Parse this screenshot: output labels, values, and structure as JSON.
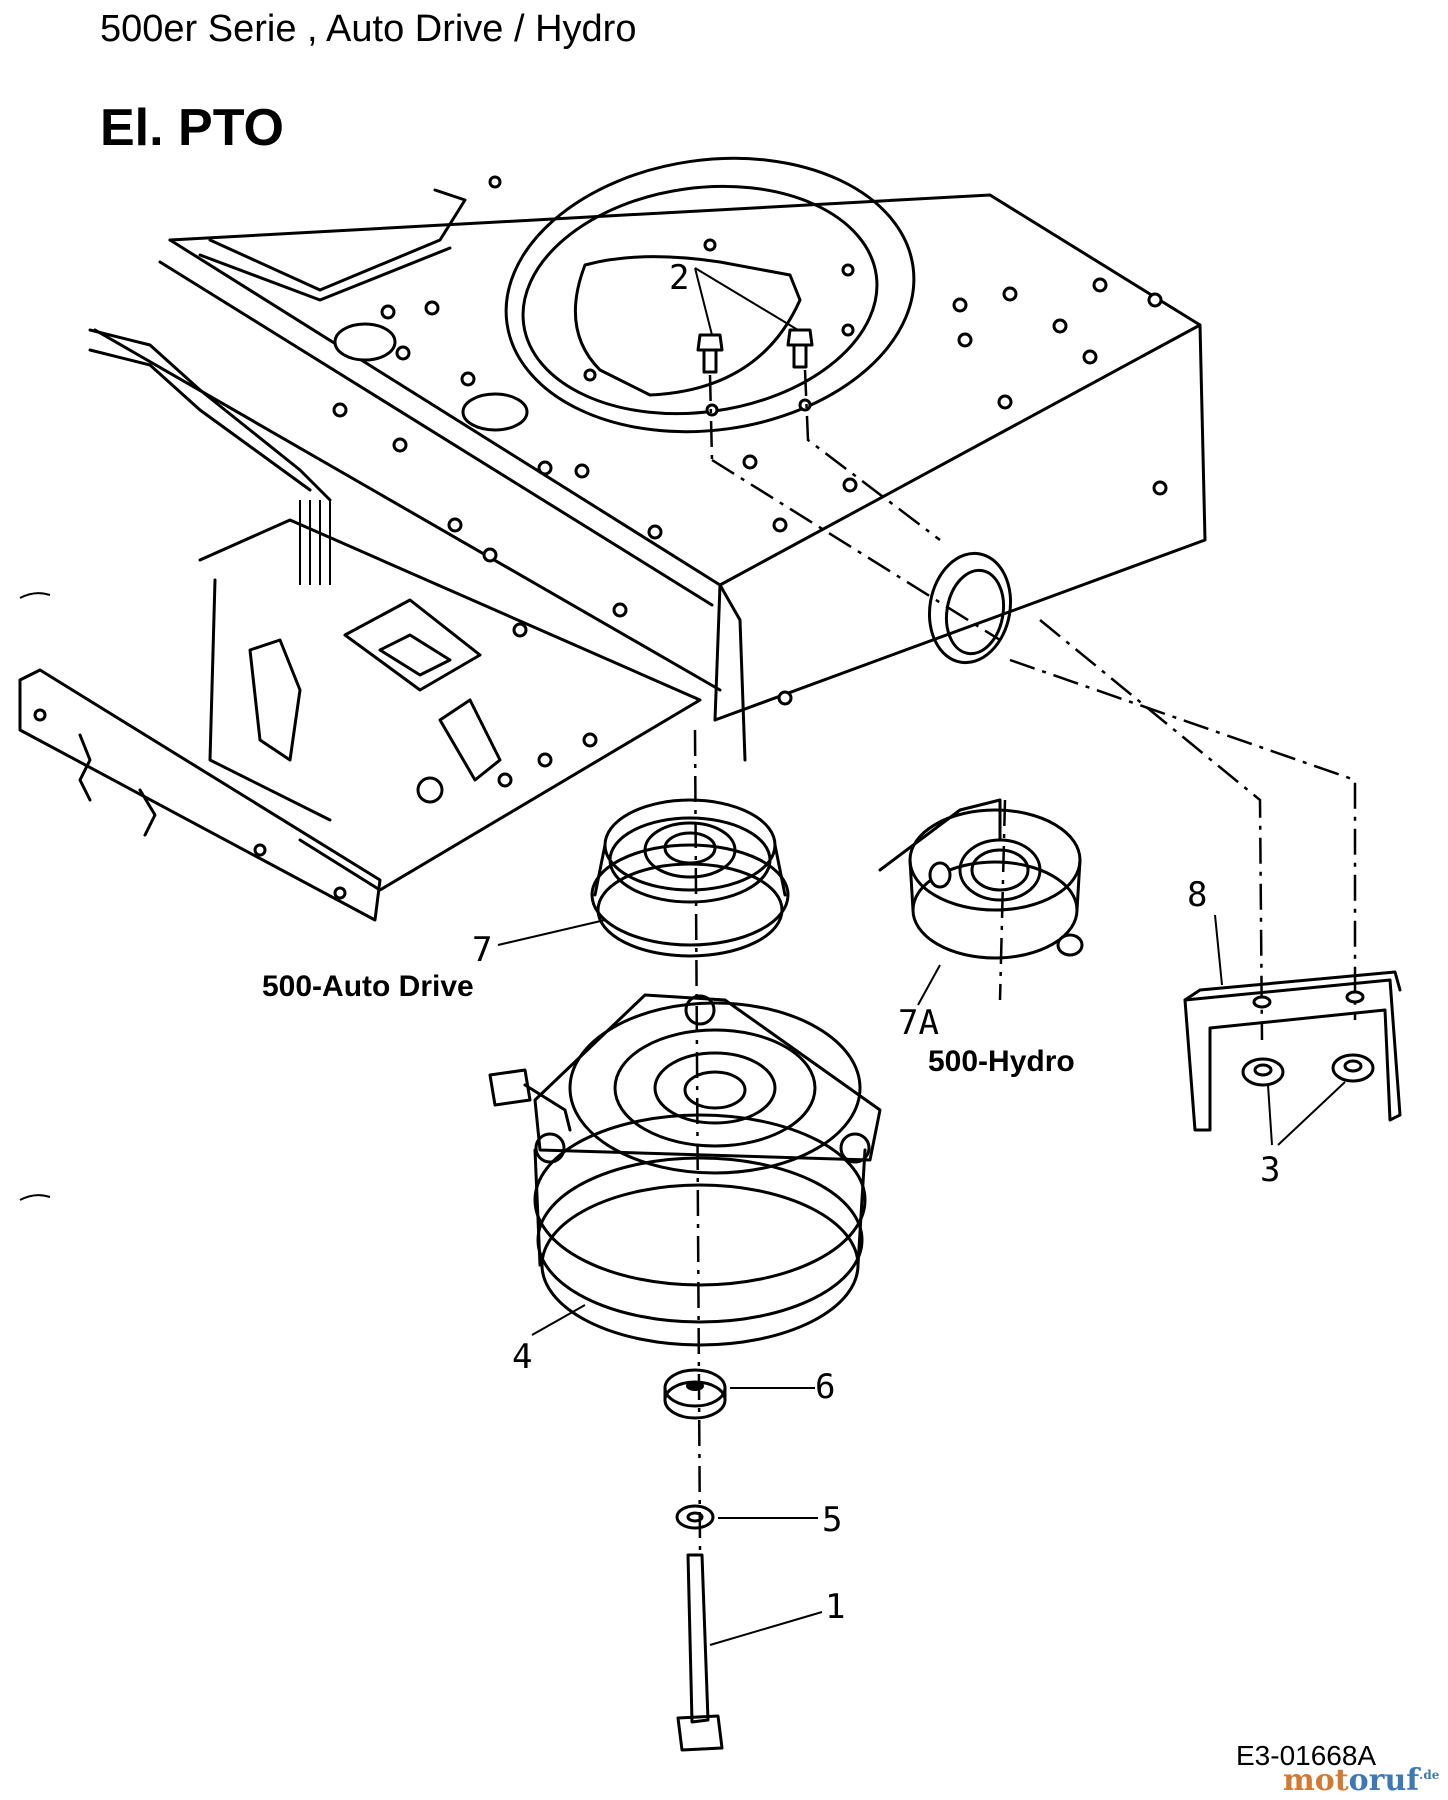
{
  "header": {
    "series_title": "500er Serie  , Auto Drive / Hydro",
    "section_title": "El. PTO"
  },
  "callouts": [
    "2",
    "7",
    "7A",
    "8",
    "3",
    "4",
    "6",
    "5",
    "1"
  ],
  "variants": {
    "auto_drive": "500-Auto Drive",
    "hydro": "500-Hydro"
  },
  "footer": {
    "drawing_code": "E3-01668A",
    "watermark": {
      "brand_orange": "mot",
      "brand_blue": "oruf",
      "suffix": ".de"
    }
  },
  "colors": {
    "line": "#000000",
    "background": "#ffffff",
    "watermark_orange": "#d27a33",
    "watermark_blue": "#3f78b8"
  }
}
